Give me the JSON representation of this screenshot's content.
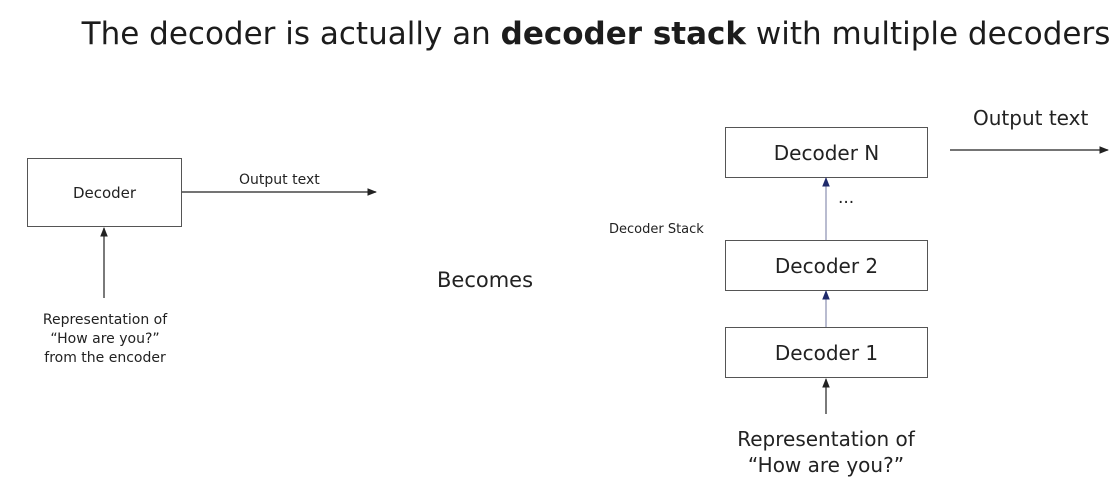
{
  "title": {
    "prefix": "The decoder is actually an ",
    "bold": "decoder stack",
    "suffix": " with multiple decoders"
  },
  "left_diagram": {
    "decoder_label": "Decoder",
    "output_label": "Output text",
    "input_lines": [
      "Representation of",
      "“How are you?”",
      "from the encoder"
    ]
  },
  "middle": {
    "becomes_label": "Becomes"
  },
  "right_diagram": {
    "stack_label": "Decoder Stack",
    "decoders": [
      "Decoder N",
      "Decoder 2",
      "Decoder 1"
    ],
    "ellipsis": "...",
    "output_label": "Output text",
    "input_lines": [
      "Representation of",
      "“How are you?”"
    ]
  },
  "colors": {
    "arrow_dark": "#222222",
    "arrow_blue": "#1f2a6b",
    "box_border": "#555555"
  }
}
